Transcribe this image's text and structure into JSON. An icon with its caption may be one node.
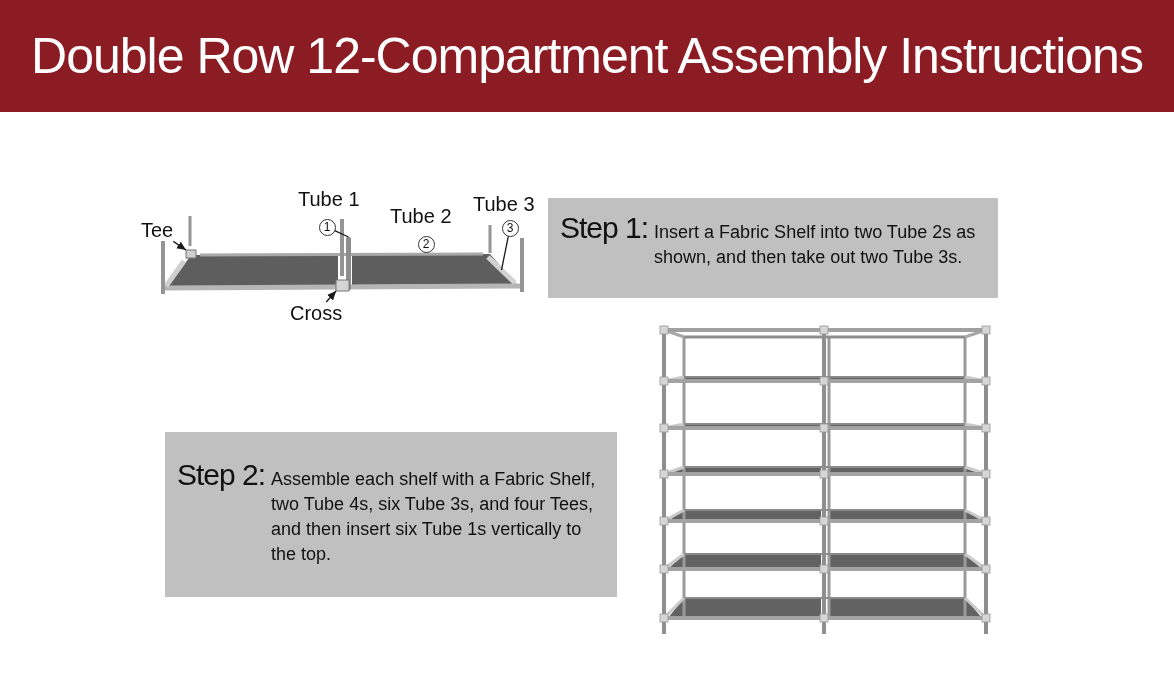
{
  "diagram": {
    "title": "Double Row 12-Compartment Assembly Instructions",
    "nodes": [
      {
        "text": [
          "Tee"
        ]
      },
      {
        "text": [],
        "shape": "box"
      },
      {
        "text": [
          "1"
        ],
        "beside": [
          "Tube 1"
        ]
      },
      {
        "text": [],
        "shape": "bar"
      },
      {
        "text": [
          "2"
        ],
        "beside": [
          "Tube 2"
        ]
      },
      {
        "text": [
          "3"
        ],
        "beside": [
          "Tube 3"
        ]
      },
      {
        "text": [],
        "shape": "bar"
      },
      {
        "text": [
          "Cross"
        ]
      },
      {
        "text": [],
        "shape": "box"
      },
      {
        "text": [
          "Step 1:",
          "Insert a Fabric Shelf into two Tube 2s as shown, and then take out two Tube 3s."
        ]
      },
      {
        "text": [
          "Step 2:",
          "Assemble each shelf with a Fabric Shelf, two Tube 4s, six Tube 3s, and four Tees, and then insert six Tube 1s vertically to the top."
        ]
      }
    ],
    "edges": [
      {
        "from": 0,
        "to": 1,
        "arrow": "to"
      },
      {
        "from": 2,
        "to": 3,
        "arrow": "none"
      },
      {
        "from": 5,
        "to": 6,
        "arrow": "none"
      },
      {
        "from": 7,
        "to": 8,
        "arrow": "to"
      }
    ]
  }
}
